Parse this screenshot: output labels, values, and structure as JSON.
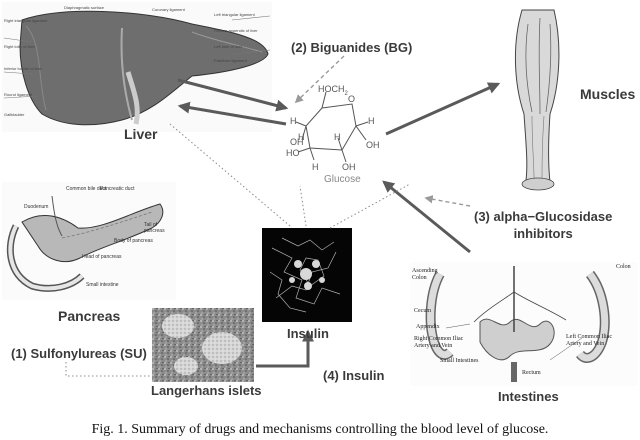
{
  "labels": {
    "liver": "Liver",
    "biguanides": "(2) Biguanides (BG)",
    "glucose": "Glucose",
    "muscles": "Muscles",
    "alpha_glucosidase_line1": "(3) alpha−Glucosidase",
    "alpha_glucosidase_line2": "inhibitors",
    "pancreas": "Pancreas",
    "insulin": "Insulin",
    "sulfonylureas": "(1) Sulfonylureas (SU)",
    "insulin_secretion": "(4) Insulin",
    "langerhans": "Langerhans islets",
    "intestines": "Intestines"
  },
  "glucose_structure": {
    "hoch2": "HOCH",
    "hoch2_sub": "2",
    "ring_o": "O",
    "h_labels": [
      "H",
      "H",
      "H",
      "H",
      "H"
    ],
    "oh_labels": [
      "OH",
      "OH",
      "OH",
      "HO",
      "OH"
    ]
  },
  "liver_annotations": [
    "Diaphragmatic surface",
    "Coronary ligament",
    "Left triangular ligament",
    "Right triangular ligament",
    "Fibrous appendix of liver",
    "Right lobe of liver",
    "Left lobe of liver",
    "Inferior border of liver",
    "Falciform ligament",
    "Gallbladder",
    "Round ligament"
  ],
  "pancreas_annotations": [
    "Common bile duct",
    "Pancreatic duct",
    "Duodenum",
    "Tail of pancreas",
    "Body of pancreas",
    "Head of pancreas",
    "Small intestine"
  ],
  "intestine_annotations": [
    "Ascending Colon",
    "Colon",
    "Cecum",
    "Appendix",
    "Right Common Iliac Artery and Vein",
    "Small Intestines",
    "Left Common Iliac Artery and Vein",
    "Rectum"
  ],
  "caption": "Fig. 1. Summary of drugs and mechanisms controlling the blood level of glucose."
}
